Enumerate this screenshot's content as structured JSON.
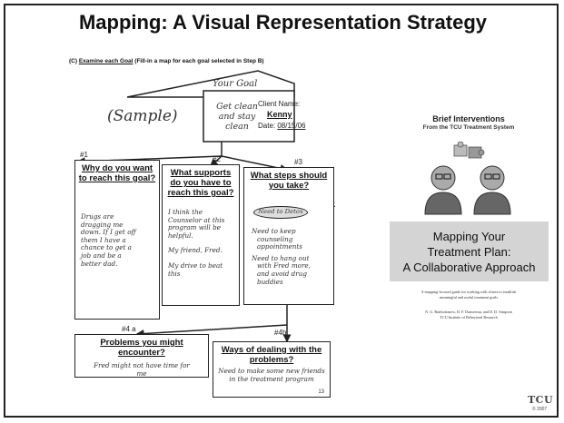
{
  "slide": {
    "title": "Mapping:  A Visual Representation Strategy",
    "step_prefix": "(C)",
    "step_heading": "Examine each Goal",
    "step_detail": "(Fill-in a map for each goal selected in Step B)"
  },
  "map": {
    "your_goal_label": "Your Goal",
    "sample_label": "(Sample)",
    "goal_text": [
      "Get clean",
      "and stay",
      "clean"
    ],
    "client_name_label": "Client Name:",
    "client_name_value": "Kenny",
    "date_label": "Date:",
    "date_value": "08/15/06",
    "box1": {
      "number": "#1",
      "heading": "Why do you want to reach this goal?",
      "answer": [
        "Drugs are",
        "dragging me",
        "down. If I get off",
        "them I have a",
        "chance to get a",
        "job and be a",
        "better dad."
      ]
    },
    "box2": {
      "number": "#2",
      "heading": "What supports do you have to reach this goal?",
      "answers": [
        [
          "I think the",
          "Counselor at this",
          "program will be",
          "helpful."
        ],
        [
          "My friend, Fred."
        ],
        [
          "My drive to beat",
          "this"
        ]
      ]
    },
    "box3": {
      "number": "#3",
      "heading": "What steps should you take?",
      "oval": "Need to Detox",
      "bullets": [
        [
          "Need to keep",
          "counseling",
          "appointments"
        ],
        [
          "Need to hang out",
          "with Fred more,",
          "and avoid drug",
          "buddies"
        ]
      ]
    },
    "box4a": {
      "number": "#4 a",
      "heading": "Problems you might encounter?",
      "answer": [
        "Fred might not have time for",
        "me"
      ]
    },
    "box4b": {
      "number": "#4b",
      "heading": "Ways of dealing with the problems?",
      "answer": [
        "Need to make some new friends",
        "in the treatment program"
      ],
      "page": "13"
    }
  },
  "book": {
    "title": "Brief Interventions",
    "subtitle": "From the TCU Treatment System",
    "panel_title": [
      "Mapping Your",
      "Treatment Plan:",
      "A Collaborative Approach"
    ],
    "description": [
      "A mapping-focused guide for working with clients to establish",
      "meaningful and useful treatment goals"
    ],
    "authors": "N. G. Bartholomew, D. F. Dansereau, and D. D. Simpson",
    "institute": "TCU Institute of Behavioral Research"
  },
  "footer": {
    "logo": "TCU",
    "copyright": "© 2007"
  }
}
